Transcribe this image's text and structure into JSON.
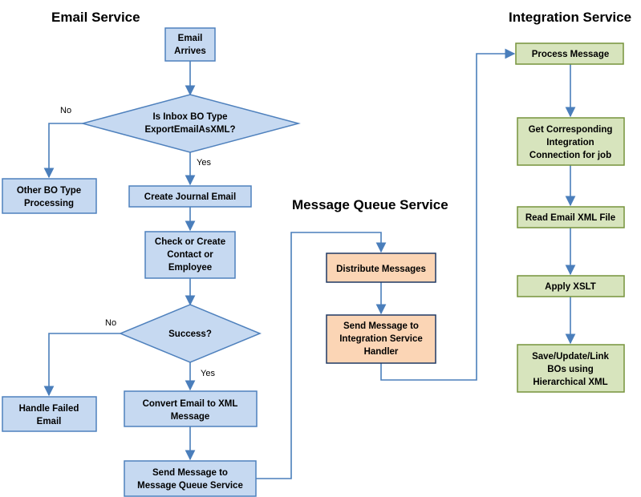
{
  "sections": {
    "email": "Email Service",
    "queue": "Message Queue Service",
    "integration": "Integration Service"
  },
  "email": {
    "arrives": [
      "Email",
      "Arrives"
    ],
    "decision_inbox": [
      "Is Inbox BO Type",
      "ExportEmailAsXML?"
    ],
    "other_bo": [
      "Other BO Type",
      "Processing"
    ],
    "create_journal": [
      "Create Journal Email"
    ],
    "check_contact": [
      "Check or Create",
      "Contact or",
      "Employee"
    ],
    "decision_success": [
      "Success?"
    ],
    "handle_failed": [
      "Handle Failed",
      "Email"
    ],
    "convert_xml": [
      "Convert Email to XML",
      "Message"
    ],
    "send_queue": [
      "Send  Message to",
      "Message Queue Service"
    ],
    "no_label_1": "No",
    "yes_label_1": "Yes",
    "no_label_2": "No",
    "yes_label_2": "Yes"
  },
  "queue": {
    "distribute": [
      "Distribute  Messages"
    ],
    "send_handler": [
      "Send Message to",
      "Integration Service",
      "Handler"
    ]
  },
  "integration": {
    "process": [
      "Process Message"
    ],
    "get_connection": [
      "Get Corresponding",
      "Integration",
      "Connection for job"
    ],
    "read_xml": [
      "Read Email XML File"
    ],
    "apply_xslt": [
      "Apply XSLT"
    ],
    "save_update": [
      "Save/Update/Link",
      "BOs using",
      "Hierarchical XML"
    ]
  },
  "colors": {
    "blue_fill": "#c6d9f1",
    "green_fill": "#d7e4bd",
    "orange_fill": "#fbd5b5",
    "connector": "#4a7ebb"
  }
}
